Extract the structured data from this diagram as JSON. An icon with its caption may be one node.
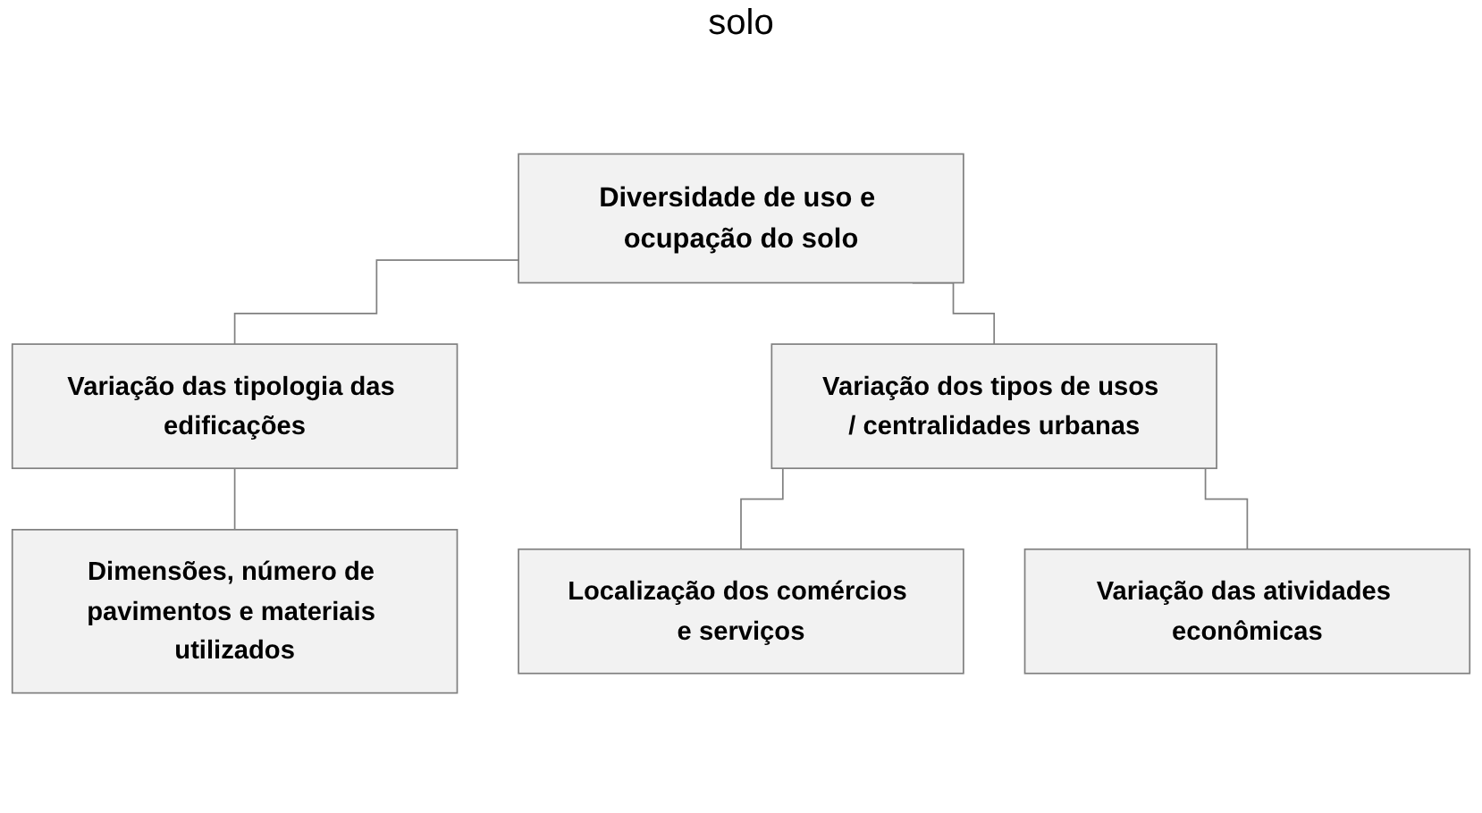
{
  "diagram": {
    "title": "solo",
    "nodes": [
      {
        "text": [
          "Diversidade de uso e ocupação do solo"
        ]
      },
      {
        "text": [
          "Variação das tipologia das edificações"
        ]
      },
      {
        "text": [
          "Variação dos tipos de usos / centralidades urbanas"
        ]
      },
      {
        "text": [
          "Dimensões, número de pavimentos e materiais utilizados"
        ]
      },
      {
        "text": [
          "Localização dos comércios e serviços"
        ]
      },
      {
        "text": [
          "Variação das atividades econômicas"
        ]
      }
    ],
    "edges": [
      {
        "from": 0,
        "to": 1,
        "arrow": "none"
      },
      {
        "from": 0,
        "to": 2,
        "arrow": "none"
      },
      {
        "from": 1,
        "to": 3,
        "arrow": "none"
      },
      {
        "from": 2,
        "to": 4,
        "arrow": "none"
      },
      {
        "from": 2,
        "to": 5,
        "arrow": "none"
      }
    ]
  }
}
